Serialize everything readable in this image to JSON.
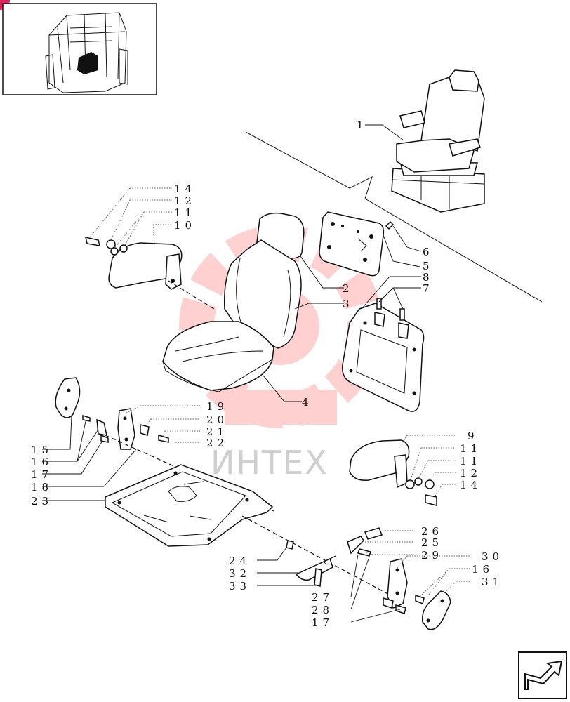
{
  "colors": {
    "watermark_logo": "#ff5a5a",
    "watermark_text": "#cfcfcf",
    "ink": "#111111",
    "corner_badge": "#e0245e"
  },
  "watermark": {
    "text": "ИНТЕХ"
  },
  "labels": [
    {
      "id": "1",
      "text": "1"
    },
    {
      "id": "2",
      "text": "2"
    },
    {
      "id": "3",
      "text": "3"
    },
    {
      "id": "4",
      "text": "4"
    },
    {
      "id": "5",
      "text": "5"
    },
    {
      "id": "6",
      "text": "6"
    },
    {
      "id": "7",
      "text": "7"
    },
    {
      "id": "8",
      "text": "8"
    },
    {
      "id": "9",
      "text": "9"
    },
    {
      "id": "10",
      "text": "10"
    },
    {
      "id": "11a",
      "text": "11"
    },
    {
      "id": "11b",
      "text": "11"
    },
    {
      "id": "11c",
      "text": "11"
    },
    {
      "id": "12a",
      "text": "12"
    },
    {
      "id": "12b",
      "text": "12"
    },
    {
      "id": "14a",
      "text": "14"
    },
    {
      "id": "14b",
      "text": "14"
    },
    {
      "id": "15",
      "text": "15"
    },
    {
      "id": "16a",
      "text": "16"
    },
    {
      "id": "16b",
      "text": "16"
    },
    {
      "id": "17a",
      "text": "17"
    },
    {
      "id": "17b",
      "text": "17"
    },
    {
      "id": "18",
      "text": "18"
    },
    {
      "id": "19",
      "text": "19"
    },
    {
      "id": "20",
      "text": "20"
    },
    {
      "id": "21",
      "text": "21"
    },
    {
      "id": "22",
      "text": "22"
    },
    {
      "id": "23",
      "text": "23"
    },
    {
      "id": "24",
      "text": "24"
    },
    {
      "id": "25",
      "text": "25"
    },
    {
      "id": "26",
      "text": "26"
    },
    {
      "id": "27",
      "text": "27"
    },
    {
      "id": "28",
      "text": "28"
    },
    {
      "id": "29",
      "text": "29"
    },
    {
      "id": "30",
      "text": "30"
    },
    {
      "id": "31",
      "text": "31"
    },
    {
      "id": "32",
      "text": "32"
    },
    {
      "id": "33",
      "text": "33"
    }
  ],
  "icons": {
    "thumbnail": "tractor-cab-thumbnail",
    "nav": "next-page-arrow-icon"
  }
}
